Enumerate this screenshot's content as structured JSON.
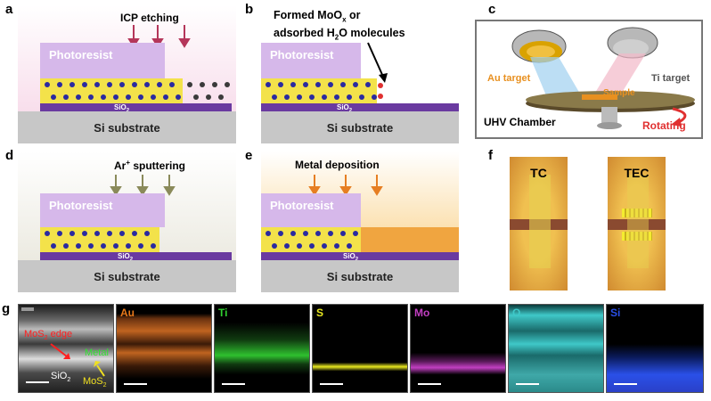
{
  "panels": {
    "a": {
      "label": "a",
      "title": "ICP etching"
    },
    "b": {
      "label": "b",
      "title_line1": "Formed MoO",
      "title_sub1": "x",
      "title_line1b": " or",
      "title_line2": "adsorbed H",
      "title_sub2": "2",
      "title_line2b": "O molecules"
    },
    "c": {
      "label": "c",
      "au_target": "Au target",
      "ti_target": "Ti target",
      "sample": "Sample",
      "chamber": "UHV Chamber",
      "rotating": "Rotating"
    },
    "d": {
      "label": "d",
      "title": "Ar",
      "title_sup": "+",
      "title_rest": " sputtering"
    },
    "e": {
      "label": "e",
      "title": "Metal deposition"
    },
    "f": {
      "label": "f",
      "tc": "TC",
      "tec": "TEC"
    },
    "g": {
      "label": "g"
    }
  },
  "common": {
    "photoresist": "Photoresist",
    "substrate": "Si substrate",
    "sio2": "SiO",
    "sio2_sub": "2"
  },
  "sem": {
    "mos2_edge": "MoS",
    "mos2_edge_sub": "2",
    "mos2_edge_rest": " edge",
    "metal": "Metal",
    "sio2": "SiO",
    "sio2_sub": "2",
    "mos2": "MoS",
    "mos2_sub": "2"
  },
  "eds_maps": [
    {
      "element": "Au",
      "color": "#e8781a"
    },
    {
      "element": "Ti",
      "color": "#2fd02f"
    },
    {
      "element": "S",
      "color": "#e8e820"
    },
    {
      "element": "Mo",
      "color": "#c23fc2"
    },
    {
      "element": "O",
      "color": "#3fc8c8"
    },
    {
      "element": "Si",
      "color": "#2a50e8"
    }
  ],
  "colors": {
    "photoresist": "#d6b8ea",
    "sio2": "#6a3aa0",
    "substrate": "#c7c7c7",
    "arrow_icp": "#b4365a",
    "arrow_ar": "#8a8a5a",
    "arrow_metal": "#e67e22"
  }
}
